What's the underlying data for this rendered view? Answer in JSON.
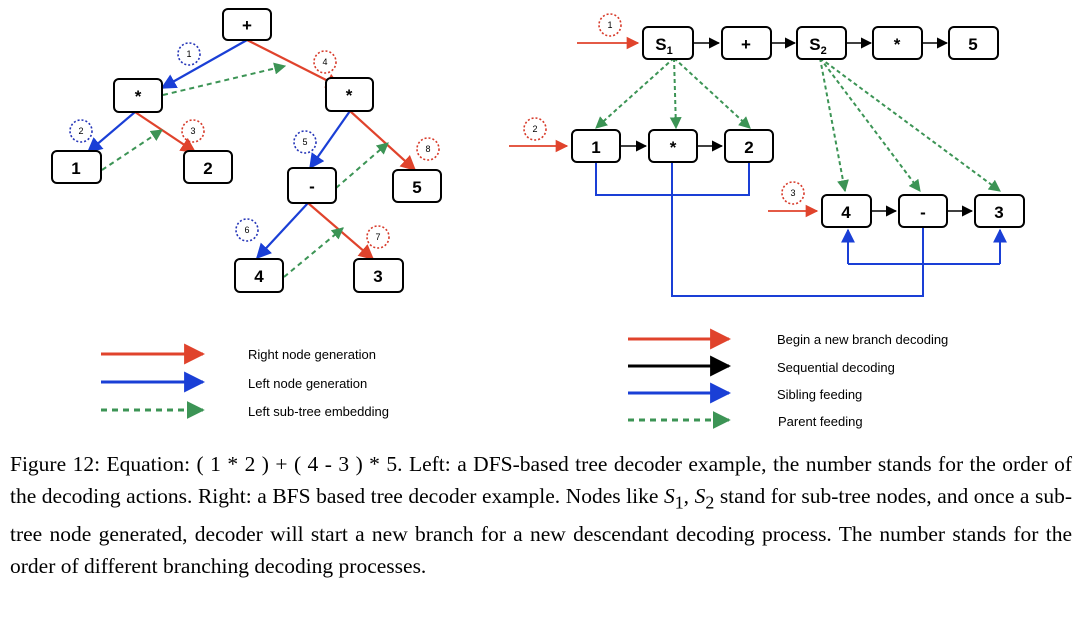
{
  "dfs_tree": {
    "nodes": {
      "root": "+",
      "mul_left": "*",
      "one": "1",
      "two": "2",
      "mul_right": "*",
      "minus": "-",
      "five": "5",
      "four": "4",
      "three": "3"
    },
    "steps": [
      "1",
      "2",
      "3",
      "4",
      "5",
      "6",
      "7",
      "8"
    ]
  },
  "bfs_tree": {
    "nodes": {
      "s1": "S",
      "s1_sub": "1",
      "plus": "+",
      "s2": "S",
      "s2_sub": "2",
      "mul": "*",
      "five": "5",
      "one": "1",
      "mul2": "*",
      "two": "2",
      "four": "4",
      "minus": "-",
      "three": "3"
    },
    "branches": [
      "1",
      "2",
      "3"
    ]
  },
  "legend_left": [
    "Right node generation",
    "Left node generation",
    "Left sub-tree embedding"
  ],
  "legend_right": [
    "Begin a new branch decoding",
    "Sequential decoding",
    "Sibling feeding",
    "Parent feeding"
  ],
  "caption": {
    "part1": "Figure 12: Equation: ( 1 * 2 ) + ( 4 - 3 ) * 5. Left: a DFS-based tree decoder example, the number stands for the order of the decoding actions. Right: a BFS based tree decoder example. Nodes like ",
    "s1": "S",
    "s1_sub": "1",
    "comma": ", ",
    "s2": "S",
    "s2_sub": "2",
    "part2": " stand for sub-tree nodes, and once a sub-tree node generated, decoder will start a new branch for a new descendant decoding process. The number stands for the order of different branching decoding processes."
  },
  "colors": {
    "red": "#e0432c",
    "blue": "#1a3fd6",
    "green": "#3c9455",
    "black": "#000000",
    "dashed_red": "#d73a2a",
    "dashed_blue": "#2535b8"
  }
}
